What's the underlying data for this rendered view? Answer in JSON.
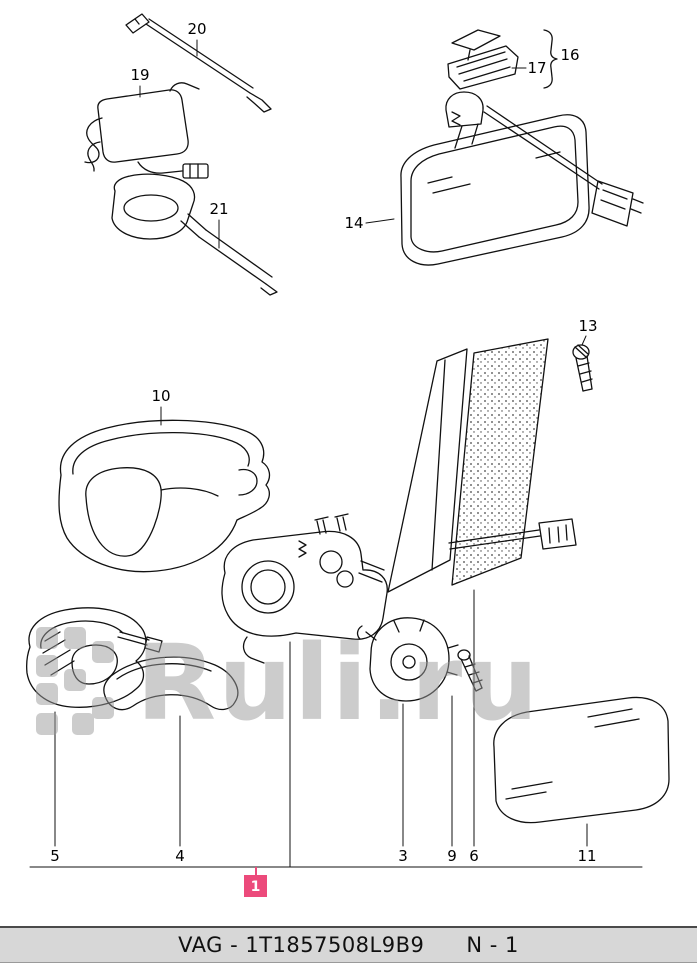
{
  "watermark": {
    "text": "Ruli.ru"
  },
  "callouts": {
    "n1": "1",
    "n3": "3",
    "n4": "4",
    "n5": "5",
    "n6": "6",
    "n9": "9",
    "n10": "10",
    "n11": "11",
    "n13": "13",
    "n14": "14",
    "n16": "16",
    "n17": "17",
    "n19": "19",
    "n20": "20",
    "n21": "21"
  },
  "footer": {
    "catalog_text": "VAG - 1T1857508L9B9",
    "page_number": "N - 1"
  },
  "colors": {
    "highlight": "#ec4a7b",
    "footer_bg": "#d7d7d7",
    "watermark": "#9a9a9a",
    "line": "#111111"
  }
}
